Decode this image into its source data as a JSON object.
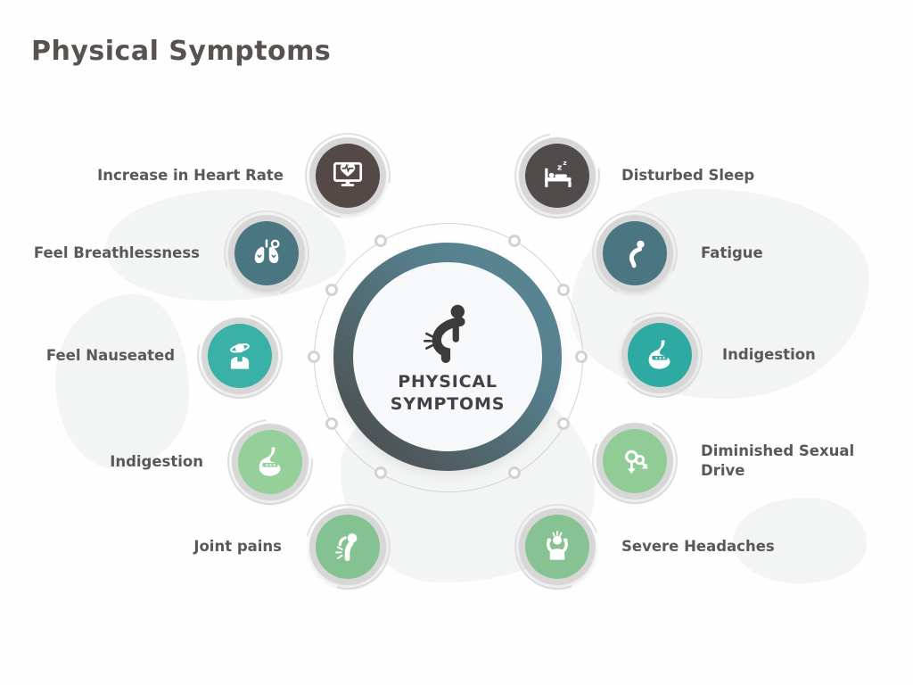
{
  "title": "Physical Symptoms",
  "center": {
    "line1": "PHYSICAL",
    "line2": "SYMPTOMS",
    "icon": "back-pain-icon",
    "ring_gradient_start": "#5b8a96",
    "ring_gradient_end": "#4c4c4c",
    "inner_bg": "#f7f8fa",
    "text_color": "#424244"
  },
  "items": [
    {
      "id": "increase-heart-rate",
      "label": "Increase in Heart Rate",
      "icon": "heart-monitor-icon",
      "color": "#544947",
      "side": "left"
    },
    {
      "id": "feel-breathlessness",
      "label": "Feel Breathlessness",
      "icon": "lungs-icon",
      "color": "#4a7681",
      "side": "left"
    },
    {
      "id": "feel-nauseated",
      "label": "Feel Nauseated",
      "icon": "dizzy-person-icon",
      "color": "#39b1a6",
      "side": "left"
    },
    {
      "id": "indigestion-left",
      "label": "Indigestion",
      "icon": "stomach-icon",
      "color": "#95cf9a",
      "side": "left"
    },
    {
      "id": "joint-pains",
      "label": "Joint pains",
      "icon": "hip-joint-icon",
      "color": "#85c291",
      "side": "left"
    },
    {
      "id": "disturbed-sleep",
      "label": "Disturbed Sleep",
      "icon": "bed-sleep-icon",
      "color": "#514c4c",
      "side": "right"
    },
    {
      "id": "fatigue",
      "label": "Fatigue",
      "icon": "fatigue-person-icon",
      "color": "#4a7681",
      "side": "right"
    },
    {
      "id": "indigestion-right",
      "label": "Indigestion",
      "icon": "stomach-icon",
      "color": "#2faaa2",
      "side": "right"
    },
    {
      "id": "diminished-sexual-drive",
      "label": "Diminished Sexual Drive",
      "icon": "gender-arrows-icon",
      "color": "#91cc96",
      "side": "right"
    },
    {
      "id": "severe-headaches",
      "label": "Severe Headaches",
      "icon": "headache-person-icon",
      "color": "#87c392",
      "side": "right"
    }
  ],
  "colors": {
    "title_text": "#585250",
    "label_text": "#595959",
    "ring_gray": "#d7d7d7",
    "connector_gray": "#d2d2d2",
    "background": "#fefefe",
    "map_silhouette": "#f3f4f4"
  }
}
